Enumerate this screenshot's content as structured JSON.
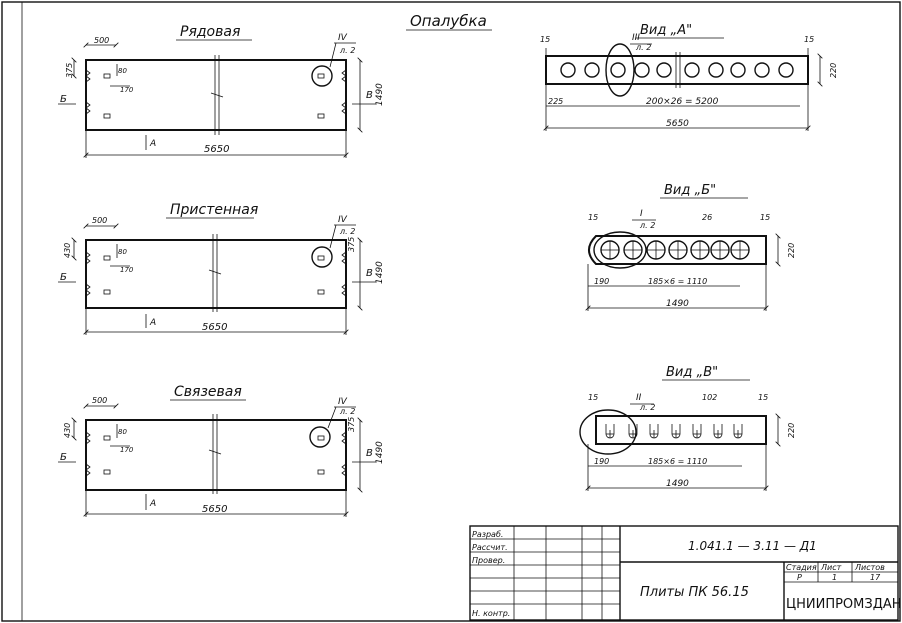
{
  "sheet_title": "Опалубка",
  "plan_views": [
    {
      "title": "Рядовая",
      "length": "5650",
      "width": "1490",
      "dim_500": "500",
      "dim_375": "375",
      "dim_80": "80",
      "dim_170": "170",
      "node": "IV",
      "node_sheet": "л. 2",
      "sec_b": "Б",
      "sec_v": "В",
      "sec_a": "А"
    },
    {
      "title": "Пристенная",
      "length": "5650",
      "width": "1490",
      "dim_500": "500",
      "dim_430": "430",
      "dim_375": "375",
      "dim_80": "80",
      "dim_170": "170",
      "node": "IV",
      "node_sheet": "л. 2",
      "sec_b": "Б",
      "sec_v": "В",
      "sec_a": "А"
    },
    {
      "title": "Связевая",
      "length": "5650",
      "width": "1490",
      "dim_500": "500",
      "dim_430": "430",
      "dim_375": "375",
      "dim_80": "80",
      "dim_170": "170",
      "node": "IV",
      "node_sheet": "л. 2",
      "sec_b": "Б",
      "sec_v": "В",
      "sec_a": "А"
    }
  ],
  "view_a": {
    "title": "Вид „А\"",
    "dim_15a": "15",
    "dim_15b": "15",
    "node": "III",
    "node_sheet": "л. 2",
    "height": "220",
    "dim_225": "225",
    "pitch": "200×26 = 5200",
    "length": "5650"
  },
  "view_b": {
    "title": "Вид „Б\"",
    "dim_15a": "15",
    "dim_15b": "15",
    "node": "I",
    "node_sheet": "л. 2",
    "dim_26": "26",
    "height": "220",
    "dim_190": "190",
    "pitch": "185×6 = 1110",
    "width": "1490"
  },
  "view_v": {
    "title": "Вид „В\"",
    "dim_15a": "15",
    "dim_15b": "15",
    "node": "II",
    "node_sheet": "л. 2",
    "dim_102": "102",
    "height": "220",
    "dim_190": "190",
    "pitch": "185×6 = 1110",
    "width": "1490"
  },
  "title_block": {
    "roles": [
      "Разраб.",
      "Рассчит.",
      "Провер.",
      "",
      "",
      "",
      "Н. контр."
    ],
    "code": "1.041.1 — 3.11 — Д1",
    "name": "Плиты  ПК 56.15",
    "stage_label": "Стадия",
    "sheet_label": "Лист",
    "sheets_label": "Листов",
    "stage": "Р",
    "sheet": "1",
    "sheets": "17",
    "org": "ЦНИИПРОМЗДАНИЙ"
  }
}
